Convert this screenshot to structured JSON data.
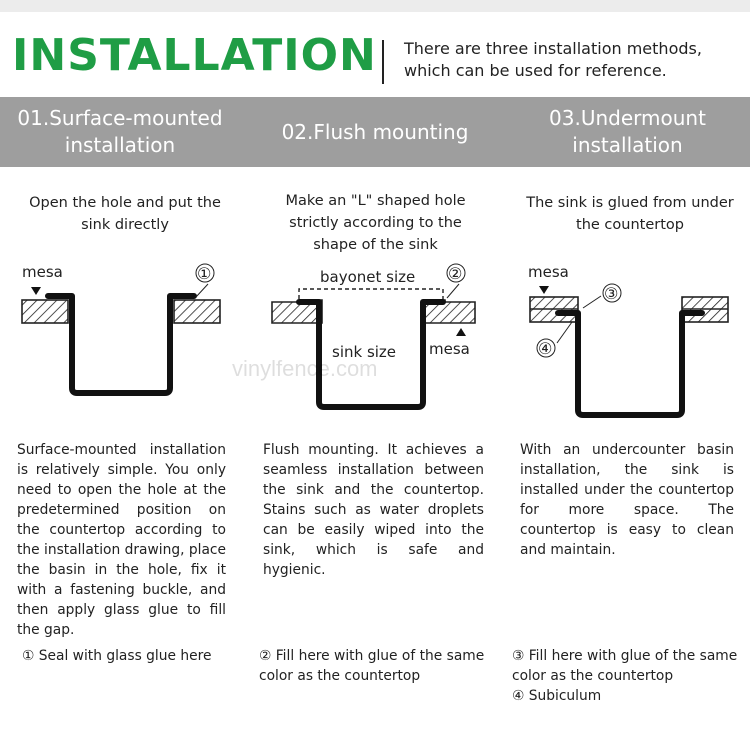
{
  "header": {
    "title": "INSTALLATION",
    "subtitle": "There are three installation methods, which can be used for reference."
  },
  "methods": [
    {
      "heading": "01.Surface-mounted installation",
      "caption": "Open the hole and put the sink directly",
      "labels": {
        "mesa": "mesa",
        "marker": "①"
      },
      "description": "Surface-mounted installation is relatively simple. You only need to open the hole at the predetermined position on the countertop according to the installation drawing, place the basin in the hole, fix it with a fastening buckle, and then apply glass glue to fill the gap.",
      "notes": [
        "① Seal with glass glue here"
      ]
    },
    {
      "heading": "02.Flush mounting",
      "caption": "Make an \"L\" shaped hole strictly according to the shape of the sink",
      "labels": {
        "bayonet": "bayonet size",
        "sink": "sink size",
        "mesa": "mesa",
        "marker": "②"
      },
      "description": "Flush mounting. It achieves a seamless installation between the sink and the countertop. Stains such as water droplets can be easily wiped into the sink, which is safe and hygienic.",
      "notes": [
        "② Fill here with glue of the same color as the countertop"
      ]
    },
    {
      "heading": "03.Undermount installation",
      "caption": "The sink is glued from under the countertop",
      "labels": {
        "mesa": "mesa",
        "marker3": "③",
        "marker4": "④"
      },
      "description": "With an undercounter basin installation, the sink is installed under the countertop for more space. The countertop is easy to clean and maintain.",
      "notes": [
        "③ Fill here with glue of the same color as the countertop",
        "④ Subiculum"
      ]
    }
  ],
  "watermark": "vinylfence.com"
}
